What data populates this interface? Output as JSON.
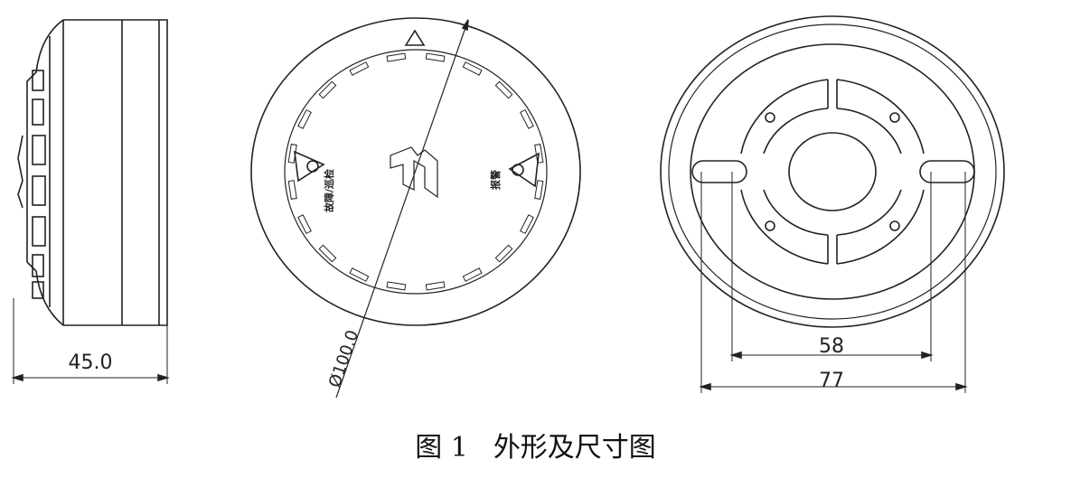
{
  "figure": {
    "caption_number": "图 1",
    "caption_title": "外形及尺寸图"
  },
  "side_view": {
    "height_dimension": "45.0"
  },
  "front_view": {
    "diameter_dimension": "Ø100.0",
    "label_left": "故障/巡检",
    "label_right": "报警"
  },
  "back_view": {
    "inner_dimension": "58",
    "outer_dimension": "77"
  }
}
